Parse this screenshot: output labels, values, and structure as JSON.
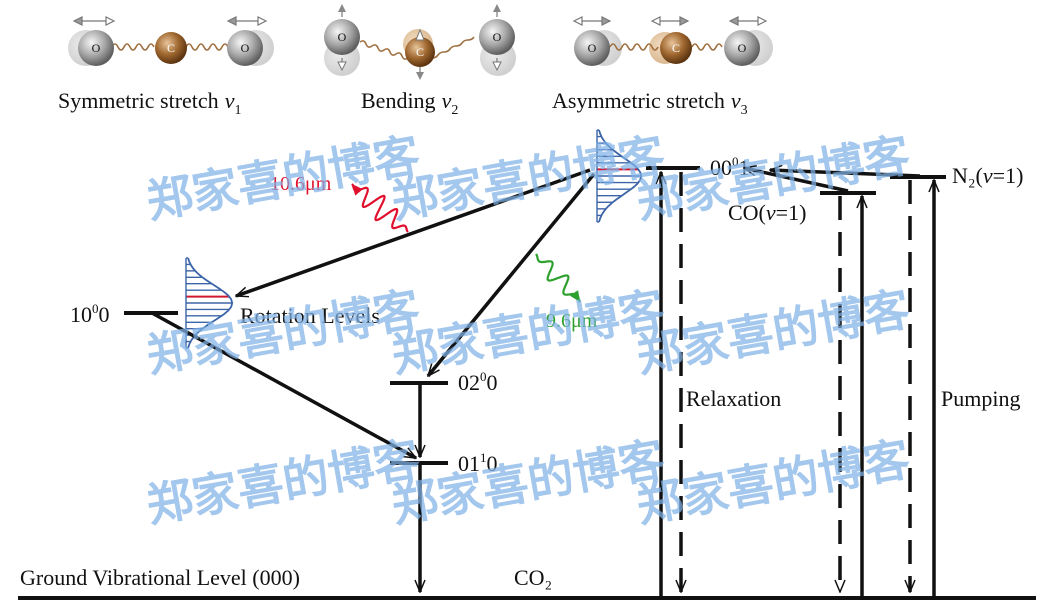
{
  "modes": {
    "symmetric": {
      "label": "Symmetric stretch",
      "symbol": "v",
      "sub": "1"
    },
    "bending": {
      "label": "Bending",
      "symbol": "v",
      "sub": "2"
    },
    "asymmetric": {
      "label": "Asymmetric stretch",
      "symbol": "v",
      "sub": "3"
    }
  },
  "atoms": {
    "oxygen": "O",
    "carbon": "C"
  },
  "levels": {
    "l0001": {
      "base": "00",
      "sup": "0",
      "tail": "1"
    },
    "l1000": {
      "base": "10",
      "sup": "0",
      "tail": "0"
    },
    "l0200": {
      "base": "02",
      "sup": "0",
      "tail": "0"
    },
    "l0110": {
      "base": "01",
      "sup": "1",
      "tail": "0"
    },
    "ground": "Ground Vibrational Level (000)",
    "co2": "CO₂",
    "co": {
      "pre": "CO(",
      "v": "v",
      "post": "=1)"
    },
    "n2": {
      "pre": "N₂(",
      "v": "v",
      "post": "=1)"
    }
  },
  "labels": {
    "rotation": "Rotation Levels",
    "relaxation": "Relaxation",
    "pumping": "Pumping"
  },
  "emissions": {
    "e106": {
      "text": "10.6μm",
      "color": "#e0102e"
    },
    "e96": {
      "text": "9.6μm",
      "color": "#2ea02e"
    }
  },
  "colors": {
    "rotation_lines": "#3c64a8",
    "rotation_mid": "#d01830",
    "watermark": "#7fb2e6"
  },
  "watermark": "郑家喜的博客"
}
